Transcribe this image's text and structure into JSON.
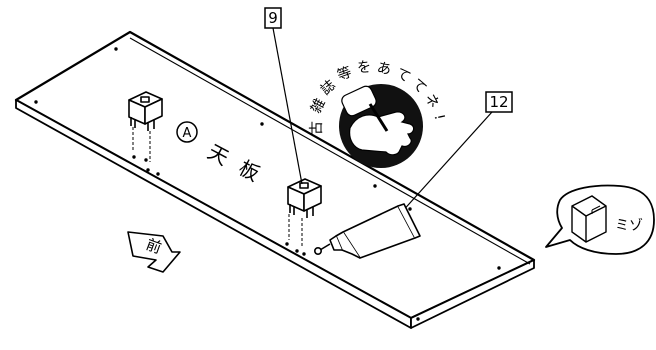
{
  "labels": {
    "part_9": "9",
    "part_12": "12",
    "panel_circle_letter": "A",
    "panel_name_char1": "天",
    "panel_name_char2": "板",
    "front_arrow": "前",
    "groove_callout": "ミゾ",
    "note_chars": [
      "古",
      "雑",
      "誌",
      "等",
      "を",
      "あ",
      "て",
      "て",
      "ネ",
      "!"
    ]
  },
  "colors": {
    "line": "#000000",
    "fill": "#ffffff",
    "badge": "#111111"
  },
  "icons": {
    "cam_lock": "cam-lock-fitting-icon",
    "glue": "glue-tube-icon",
    "hammer": "hammer-hand-icon"
  }
}
